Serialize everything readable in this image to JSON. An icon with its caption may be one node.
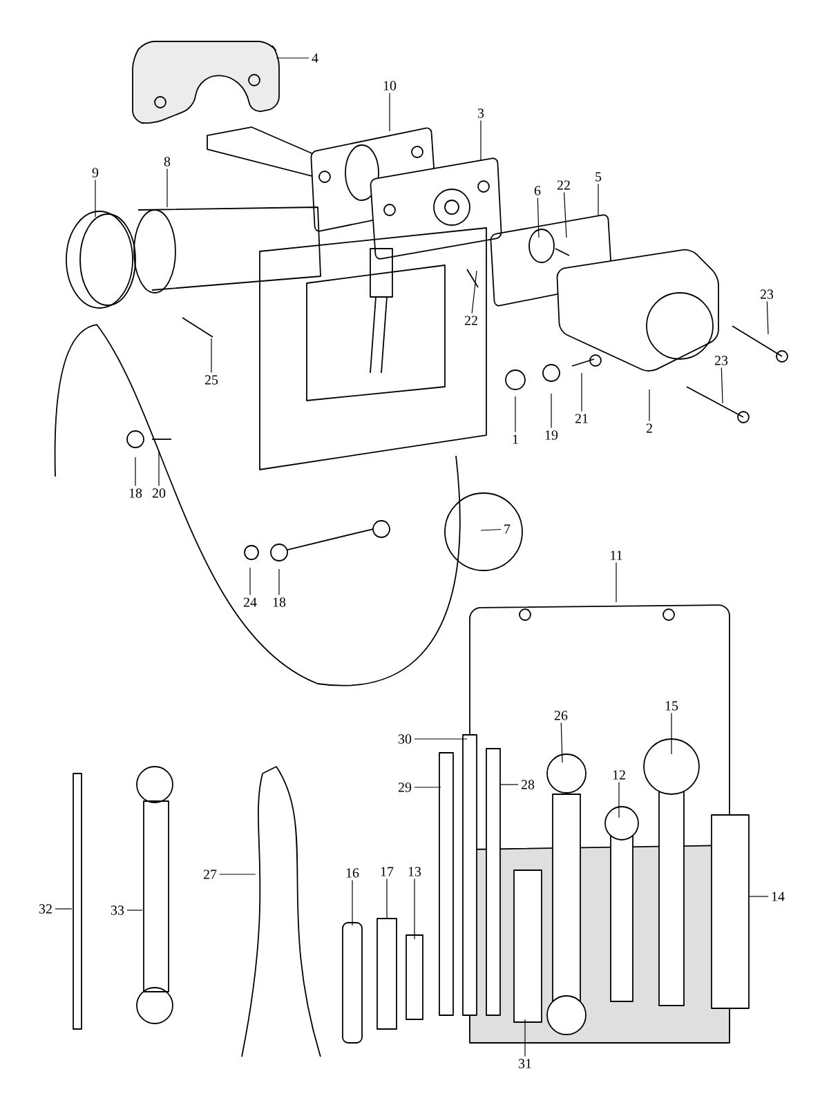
{
  "diagram": {
    "nodes": [
      {
        "text": [
          "4"
        ]
      },
      {
        "text": [
          "10"
        ]
      },
      {
        "text": [
          "3"
        ]
      },
      {
        "text": [
          "8"
        ]
      },
      {
        "text": [
          "9"
        ]
      },
      {
        "text": [
          "5"
        ]
      },
      {
        "text": [
          "22"
        ]
      },
      {
        "text": [
          "6"
        ]
      },
      {
        "text": [
          "23"
        ]
      },
      {
        "text": [
          "22"
        ]
      },
      {
        "text": [
          "23"
        ]
      },
      {
        "text": [
          "25"
        ]
      },
      {
        "text": [
          "21"
        ]
      },
      {
        "text": [
          "2"
        ]
      },
      {
        "text": [
          "19"
        ]
      },
      {
        "text": [
          "1"
        ]
      },
      {
        "text": [
          "18"
        ]
      },
      {
        "text": [
          "20"
        ]
      },
      {
        "text": [
          "7"
        ]
      },
      {
        "text": [
          "11"
        ]
      },
      {
        "text": [
          "24"
        ]
      },
      {
        "text": [
          "18"
        ]
      },
      {
        "text": [
          "15"
        ]
      },
      {
        "text": [
          "26"
        ]
      },
      {
        "text": [
          "30"
        ]
      },
      {
        "text": [
          "12"
        ]
      },
      {
        "text": [
          "28"
        ]
      },
      {
        "text": [
          "29"
        ]
      },
      {
        "text": [
          "16"
        ]
      },
      {
        "text": [
          "17"
        ]
      },
      {
        "text": [
          "13"
        ]
      },
      {
        "text": [
          "27"
        ]
      },
      {
        "text": [
          "14"
        ]
      },
      {
        "text": [
          "32"
        ]
      },
      {
        "text": [
          "33"
        ]
      },
      {
        "text": [
          "31"
        ]
      }
    ],
    "edges": [
      {
        "from": 0,
        "to": null,
        "arrow": "none"
      },
      {
        "from": 1,
        "to": null,
        "arrow": "none"
      },
      {
        "from": 2,
        "to": null,
        "arrow": "none"
      },
      {
        "from": 3,
        "to": null,
        "arrow": "none"
      },
      {
        "from": 4,
        "to": null,
        "arrow": "none"
      },
      {
        "from": 5,
        "to": null,
        "arrow": "none"
      },
      {
        "from": 6,
        "to": null,
        "arrow": "none"
      },
      {
        "from": 7,
        "to": null,
        "arrow": "none"
      },
      {
        "from": 8,
        "to": null,
        "arrow": "none"
      },
      {
        "from": 9,
        "to": null,
        "arrow": "none"
      },
      {
        "from": 10,
        "to": null,
        "arrow": "none"
      },
      {
        "from": 11,
        "to": null,
        "arrow": "none"
      },
      {
        "from": 12,
        "to": null,
        "arrow": "none"
      },
      {
        "from": 13,
        "to": null,
        "arrow": "none"
      },
      {
        "from": 14,
        "to": null,
        "arrow": "none"
      },
      {
        "from": 15,
        "to": null,
        "arrow": "none"
      },
      {
        "from": 16,
        "to": null,
        "arrow": "none"
      },
      {
        "from": 17,
        "to": null,
        "arrow": "none"
      },
      {
        "from": 18,
        "to": null,
        "arrow": "none"
      },
      {
        "from": 19,
        "to": null,
        "arrow": "none"
      },
      {
        "from": 20,
        "to": null,
        "arrow": "none"
      },
      {
        "from": 21,
        "to": null,
        "arrow": "none"
      },
      {
        "from": 22,
        "to": null,
        "arrow": "none"
      },
      {
        "from": 23,
        "to": null,
        "arrow": "none"
      },
      {
        "from": 24,
        "to": null,
        "arrow": "none"
      },
      {
        "from": 25,
        "to": null,
        "arrow": "none"
      },
      {
        "from": 26,
        "to": null,
        "arrow": "none"
      },
      {
        "from": 27,
        "to": null,
        "arrow": "none"
      },
      {
        "from": 28,
        "to": null,
        "arrow": "none"
      },
      {
        "from": 29,
        "to": null,
        "arrow": "none"
      },
      {
        "from": 30,
        "to": null,
        "arrow": "none"
      },
      {
        "from": 31,
        "to": null,
        "arrow": "none"
      },
      {
        "from": 32,
        "to": null,
        "arrow": "none"
      },
      {
        "from": 33,
        "to": null,
        "arrow": "none"
      },
      {
        "from": 34,
        "to": null,
        "arrow": "none"
      },
      {
        "from": 35,
        "to": null,
        "arrow": "none"
      }
    ]
  }
}
